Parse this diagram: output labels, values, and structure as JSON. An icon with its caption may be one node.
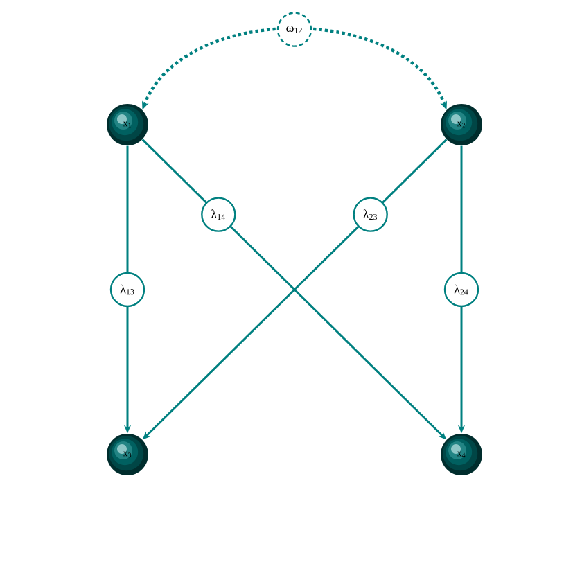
{
  "diagram": {
    "nodes": [
      {
        "text": [
          "x$_{1}$"
        ]
      },
      {
        "text": [
          "x$_{2}$"
        ]
      },
      {
        "text": [
          "x$_{3}$"
        ]
      },
      {
        "text": [
          "x$_{4}$"
        ]
      }
    ],
    "edges": [
      {
        "from": 0,
        "to": 1,
        "arrow": "both",
        "style": "dashed",
        "label": "ω$_{12}$"
      },
      {
        "from": 0,
        "to": 2,
        "arrow": "to",
        "label": "λ$_{13}$"
      },
      {
        "from": 0,
        "to": 3,
        "arrow": "to",
        "label": "λ$_{14}$"
      },
      {
        "from": 1,
        "to": 2,
        "arrow": "to",
        "label": "λ$_{23}$"
      },
      {
        "from": 1,
        "to": 3,
        "arrow": "to",
        "label": "λ$_{24}$"
      }
    ]
  }
}
